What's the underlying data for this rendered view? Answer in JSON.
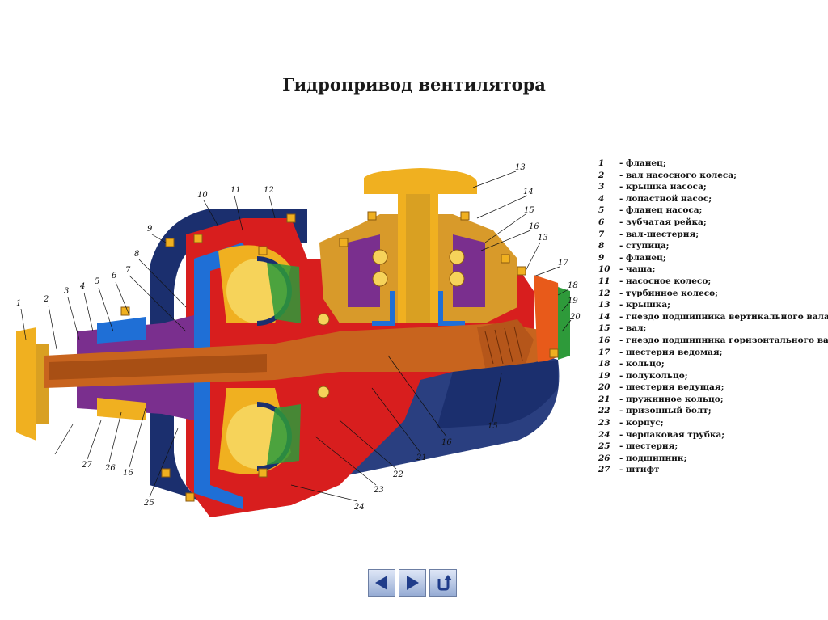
{
  "title": "Гидропривод вентилятора",
  "legend": [
    {
      "num": "1",
      "text": "- фланец;"
    },
    {
      "num": "2",
      "text": "- вал насосного колеса;"
    },
    {
      "num": "3",
      "text": "- крышка насоса;"
    },
    {
      "num": "4",
      "text": "- лопастной насос;"
    },
    {
      "num": "5",
      "text": "- фланец насоса;"
    },
    {
      "num": "6",
      "text": "- зубчатая рейка;"
    },
    {
      "num": "7",
      "text": "- вал-шестерня;"
    },
    {
      "num": "8",
      "text": "- ступица;"
    },
    {
      "num": "9",
      "text": "- фланец;"
    },
    {
      "num": "10",
      "text": "- чаша;"
    },
    {
      "num": "11",
      "text": "- насосное колесо;"
    },
    {
      "num": "12",
      "text": "- турбинное колесо;"
    },
    {
      "num": "13",
      "text": "- крышка;"
    },
    {
      "num": "14",
      "text": "- гнездо подшипника вертикального вала;"
    },
    {
      "num": "15",
      "text": "- вал;"
    },
    {
      "num": "16",
      "text": "- гнездо подшипника горизонтального вала;"
    },
    {
      "num": "17",
      "text": "- шестерня ведомая;"
    },
    {
      "num": "18",
      "text": "- кольцо;"
    },
    {
      "num": "19",
      "text": "- полукольцо;"
    },
    {
      "num": "20",
      "text": "- шестерня ведущая;"
    },
    {
      "num": "21",
      "text": "- пружинное кольцо;"
    },
    {
      "num": "22",
      "text": "- призонный болт;"
    },
    {
      "num": "23",
      "text": "- корпус;"
    },
    {
      "num": "24",
      "text": "- черпаковая трубка;"
    },
    {
      "num": "25",
      "text": "- шестерня;"
    },
    {
      "num": "26",
      "text": "- подшипник;"
    },
    {
      "num": "27",
      "text": "- штифт"
    }
  ],
  "callouts": [
    "1",
    "2",
    "3",
    "4",
    "5",
    "6",
    "7",
    "8",
    "9",
    "10",
    "11",
    "12",
    "13",
    "14",
    "15",
    "16",
    "13",
    "17",
    "18",
    "19",
    "20",
    "15",
    "16",
    "21",
    "22",
    "23",
    "24",
    "25",
    "16",
    "26",
    "27"
  ],
  "nav": {
    "prev_icon": "left-triangle-icon",
    "next_icon": "right-triangle-icon",
    "return_icon": "return-arrow-icon"
  },
  "colors": {
    "housing_red": "#d81e1e",
    "shaft_orange": "#c8641e",
    "yellow": "#f0b020",
    "blue": "#1f6fd6",
    "purple": "#7a2f8e",
    "navy": "#1b2f6e",
    "green": "#2e9a3a"
  }
}
